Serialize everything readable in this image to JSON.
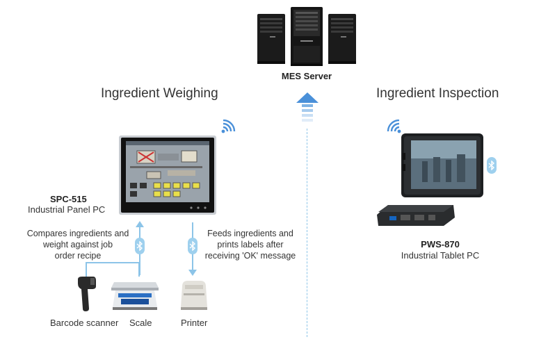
{
  "server": {
    "label": "MES Server"
  },
  "weighing": {
    "title": "Ingredient Weighing",
    "panel_model": "SPC-515",
    "panel_name": "Industrial Panel PC",
    "left_caption": [
      "Compares ingredients and",
      "weight against job",
      "order recipe"
    ],
    "right_caption": [
      "Feeds ingredients and",
      "prints labels after",
      "receiving 'OK' message"
    ],
    "devices": {
      "scanner": "Barcode scanner",
      "scale": "Scale",
      "printer": "Printer"
    }
  },
  "inspection": {
    "title": "Ingredient Inspection",
    "tablet_model": "PWS-870",
    "tablet_name": "Industrial Tablet PC"
  },
  "colors": {
    "accent_blue": "#4a90d9",
    "light_blue": "#9ed0ee",
    "line_blue": "#8cc4e8"
  },
  "icons": [
    "server-icon",
    "upload-arrow-icon",
    "wifi-icon",
    "bluetooth-icon",
    "panel-pc-icon",
    "tablet-pc-icon",
    "barcode-scanner-icon",
    "scale-icon",
    "printer-icon"
  ]
}
